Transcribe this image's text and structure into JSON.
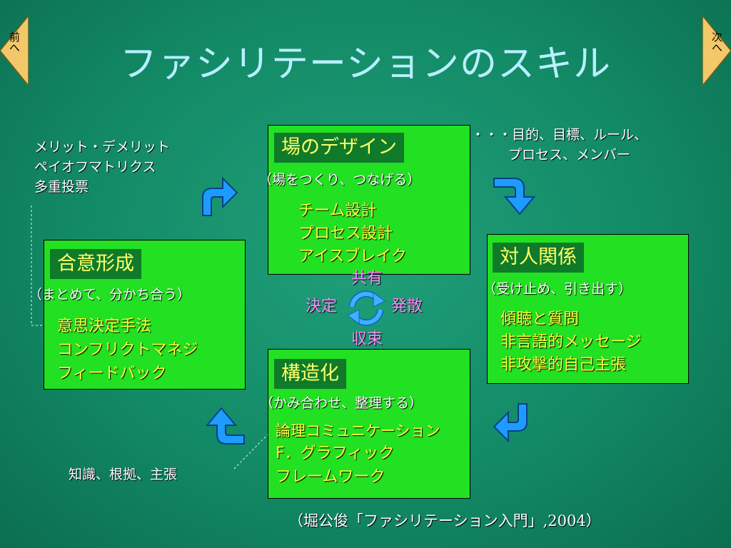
{
  "nav": {
    "prev": "前へ",
    "next": "次へ"
  },
  "title": "ファシリテーションのスキル",
  "design": {
    "heading": "場のデザイン",
    "subtitle": "（場をつくり、つなげる）",
    "items": [
      "チーム設計",
      "プロセス設計",
      "アイスブレイク"
    ]
  },
  "design_note": {
    "line1": "・・・目的、目標、ルール、",
    "line2": "プロセス、メンバー"
  },
  "relation": {
    "heading": "対人関係",
    "subtitle": "（受け止め、引き出す）",
    "items": [
      "傾聴と質問",
      "非言語的メッセージ",
      "非攻撃的自己主張"
    ]
  },
  "structure": {
    "heading": "構造化",
    "subtitle": "（かみ合わせ、整理する）",
    "items": [
      "論理コミュニケーション",
      "F．グラフィック",
      "フレームワーク"
    ]
  },
  "consensus": {
    "heading": "合意形成",
    "subtitle": "（まとめて、分かち合う）",
    "items": [
      "意思決定手法",
      "コンフリクトマネジ",
      "フィードバック"
    ]
  },
  "consensus_note": [
    "メリット・デメリット",
    "ペイオフマトリクス",
    "多重投票"
  ],
  "structure_note": "知識、根拠、主張",
  "cycle": {
    "top": "共有",
    "left": "決定",
    "right": "発散",
    "bottom": "収束"
  },
  "citation": "（堀公俊「ファシリテーション入門」,2004）",
  "colors": {
    "accent_arrow": "#1e9bff",
    "box_fill": "#22e022",
    "heading_bg": "#0f7a2a",
    "heading_text": "#ffff66",
    "title": "#b8f0ff",
    "cycle_text": "#ff88ff"
  }
}
